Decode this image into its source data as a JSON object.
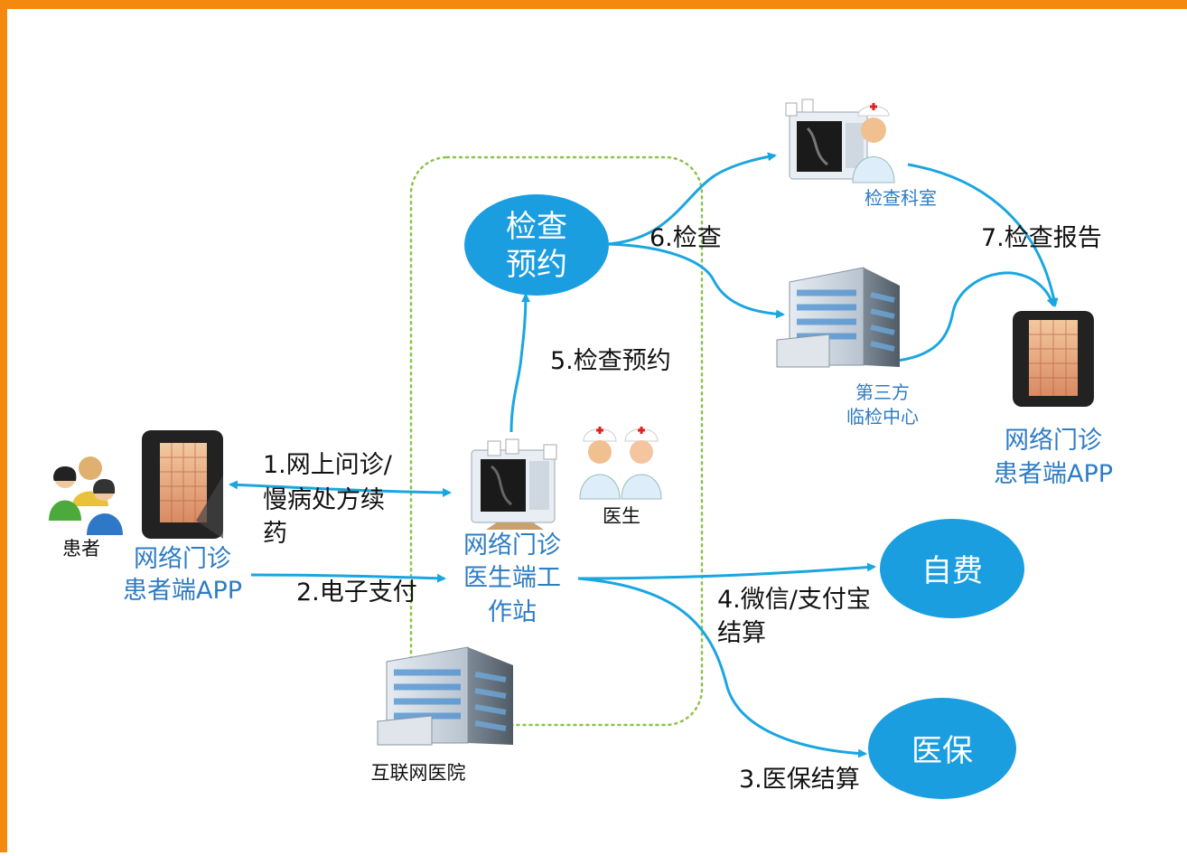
{
  "colors": {
    "frame": "#f5890f",
    "accent": "#1aa6e0",
    "ellipse": "#1a9ee0",
    "label_blue": "#2e7cc4",
    "dotted_border": "#8bc34a"
  },
  "icons": [
    "patients-icon",
    "phone-icon",
    "doctor-workstation-icon",
    "doctors-icon",
    "hospital-building-icon",
    "lab-doctor-icon"
  ],
  "nodes": {
    "patient": "患者",
    "patient_app_left": [
      "网络门诊",
      "患者端APP"
    ],
    "patient_app_right": [
      "网络门诊",
      "患者端APP"
    ],
    "doctor": "医生",
    "workstation": [
      "网络门诊",
      "医生端工",
      "作站"
    ],
    "internet_hospital": "互联网医院",
    "exam_booking": [
      "检查",
      "预约"
    ],
    "exam_dept": "检查科室",
    "third_party_lab": [
      "第三方",
      "临检中心"
    ],
    "self_pay": "自费",
    "insurance": "医保"
  },
  "flows": {
    "f1": [
      "1.网上问诊/",
      "慢病处方续",
      "药"
    ],
    "f2": "2.电子支付",
    "f3": "3.医保结算",
    "f4": [
      "4.微信/支付宝",
      "结算"
    ],
    "f5": "5.检查预约",
    "f6": "6.检查",
    "f7": "7.检查报告"
  }
}
